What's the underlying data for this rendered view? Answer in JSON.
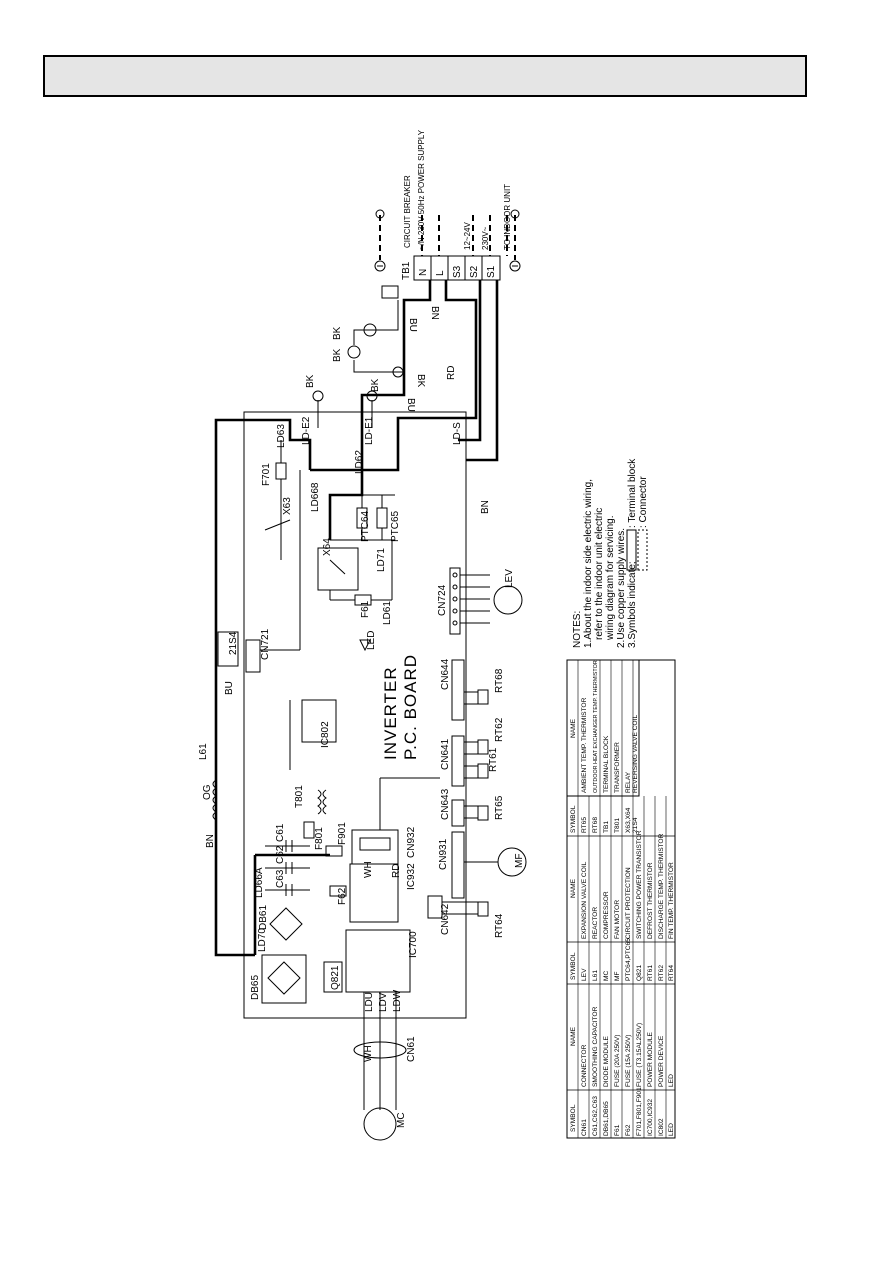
{
  "board": {
    "title_line1": "INVERTER",
    "title_line2": "P.C. BOARD"
  },
  "terminal_block": {
    "labels": [
      "N",
      "L",
      "S3",
      "S2",
      "S1",
      "TB1"
    ],
    "circuit_breaker": "CIRCUIT BREAKER",
    "power_supply": "~/N 230V 50Hz POWER SUPPLY",
    "to_indoor": "TO INDOOR UNIT",
    "v12_24": "12~24V",
    "v230": "230V~"
  },
  "wire_colors": [
    "BK",
    "BK",
    "BK",
    "BK",
    "BK",
    "BU",
    "BU",
    "BN",
    "BN",
    "RD",
    "WH",
    "RD",
    "WH",
    "BN",
    "BU"
  ],
  "components": {
    "labels": [
      "LD-E2",
      "LD-E1",
      "LD-S",
      "LD63",
      "LD62",
      "LD668",
      "LD61",
      "LD71",
      "LD70",
      "LD66A",
      "F701",
      "X63",
      "X64",
      "PTC64",
      "PTC65",
      "F61",
      "CN724",
      "LEV",
      "CN721",
      "21S4",
      "LED",
      "L61",
      "OG",
      "T801",
      "IC802",
      "F801",
      "CN932",
      "IC932",
      "F901",
      "C61",
      "C62",
      "C63",
      "DB61",
      "DB65",
      "Q821",
      "IC700",
      "F62",
      "CN642",
      "RT64",
      "CN931",
      "MF",
      "CN643",
      "RT65",
      "CN641",
      "RT61",
      "RT62",
      "CN644",
      "RT68",
      "LDU",
      "LDV",
      "LDW",
      "CN61",
      "MC"
    ]
  },
  "notes": {
    "heading": "NOTES:",
    "lines": [
      "1.About the indoor side electric wiring,",
      "refer to the indoor unit electric",
      "wiring diagram for servicing.",
      "2.Use copper supply wires.",
      "3.Symbols indicate;",
      ": Terminal block",
      ": Connector"
    ]
  },
  "legend": {
    "headers": [
      "SYMBOL",
      "NAME",
      "SYMBOL",
      "NAME",
      "SYMBOL",
      "NAME"
    ],
    "col1": [
      [
        "CN61",
        "CONNECTOR"
      ],
      [
        "C61,C62,C63",
        "SMOOTHING CAPACITOR"
      ],
      [
        "DB61,DB65",
        "DIODE MODULE"
      ],
      [
        "F61",
        "FUSE (20A 250V)"
      ],
      [
        "F62",
        "FUSE (15A 250V)"
      ],
      [
        "F701,F801,F901",
        "FUSE (T3.15AL250V)"
      ],
      [
        "IC700,IC932",
        "POWER MODULE"
      ],
      [
        "IC802",
        "POWER DEVICE"
      ],
      [
        "LED",
        "LED"
      ]
    ],
    "col2": [
      [
        "LEV",
        "EXPANSION VALVE COIL"
      ],
      [
        "L61",
        "REACTOR"
      ],
      [
        "MC",
        "COMPRESSOR"
      ],
      [
        "MF",
        "FAN MOTOR"
      ],
      [
        "PTC64,PTC65",
        "CIRCUIT PROTECTION"
      ],
      [
        "Q821",
        "SWITCHING POWER TRANSISTOR"
      ],
      [
        "RT61",
        "DEFROST THERMISTOR"
      ],
      [
        "RT62",
        "DISCHARGE TEMP. THERMISTOR"
      ],
      [
        "RT64",
        "FIN TEMP. THERMISTOR"
      ]
    ],
    "col3": [
      [
        "RT65",
        "AMBIENT TEMP. THERMISTOR"
      ],
      [
        "RT68",
        "OUTDOOR HEAT EXCHANGER TEMP. THERMISTOR"
      ],
      [
        "TB1",
        "TERMINAL BLOCK"
      ],
      [
        "T801",
        "TRANSFORMER"
      ],
      [
        "X63,X64",
        "RELAY"
      ],
      [
        "21S4",
        "REVERSING VALVE COIL"
      ]
    ]
  }
}
